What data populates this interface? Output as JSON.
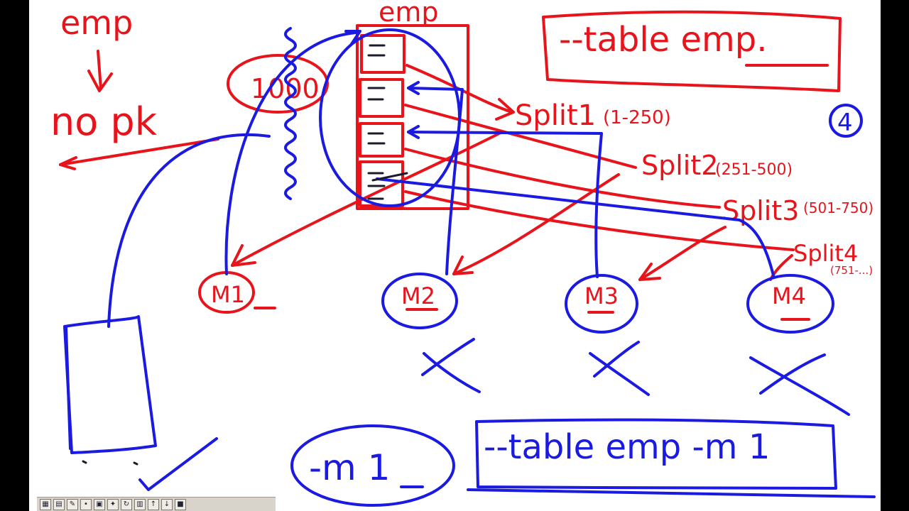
{
  "colors": {
    "red_ink": "#e8141c",
    "blue_ink": "#1a1ae0",
    "board": "#ffffff"
  },
  "labels": {
    "emp_top_left": "emp",
    "no_pk": "no pk",
    "rows": "1000",
    "emp_table_header": "emp",
    "circle_four": "4"
  },
  "splits": [
    {
      "name": "Split1",
      "range": "(1-250)"
    },
    {
      "name": "Split2",
      "range": "(251-500)"
    },
    {
      "name": "Split3",
      "range": "(501-750)"
    },
    {
      "name": "Split4",
      "range": "(751-...)"
    }
  ],
  "mappers": [
    "M1",
    "M2",
    "M3",
    "M4"
  ],
  "commands": {
    "top_box": "--table emp.",
    "bottom_box": "--table emp -m 1",
    "m_one": "-m 1"
  },
  "toolbar": {
    "icons": [
      "paint-icon",
      "clipboard-icon",
      "pen-icon",
      "dot-icon",
      "folder-icon",
      "brush-icon",
      "refresh-icon",
      "paste-icon",
      "arrow-icon",
      "arrow-icon",
      "box-icon"
    ]
  }
}
